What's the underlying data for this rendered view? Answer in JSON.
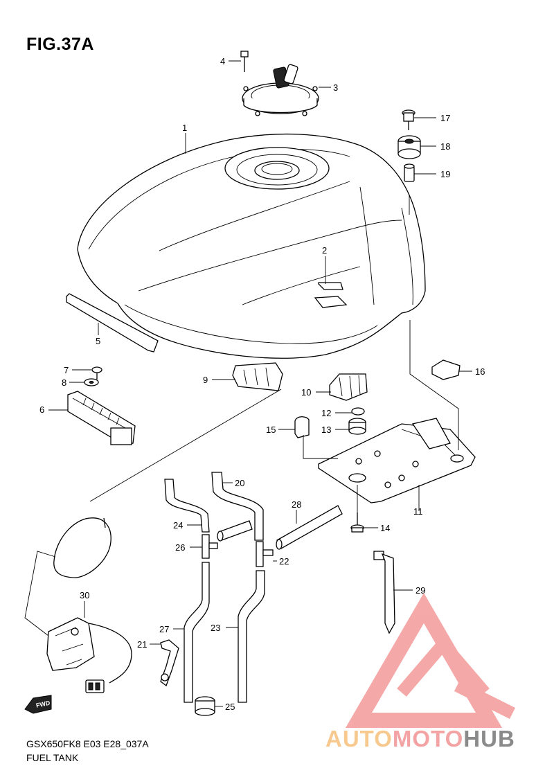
{
  "figure": {
    "title": "FIG.37A",
    "model_code": "GSX650FK8 E03 E28_037A",
    "section_name": "FUEL TANK"
  },
  "callouts": [
    {
      "id": "1"
    },
    {
      "id": "2"
    },
    {
      "id": "3"
    },
    {
      "id": "4"
    },
    {
      "id": "5"
    },
    {
      "id": "6"
    },
    {
      "id": "7"
    },
    {
      "id": "8"
    },
    {
      "id": "9"
    },
    {
      "id": "10"
    },
    {
      "id": "11"
    },
    {
      "id": "12"
    },
    {
      "id": "13"
    },
    {
      "id": "14"
    },
    {
      "id": "15"
    },
    {
      "id": "16"
    },
    {
      "id": "17"
    },
    {
      "id": "18"
    },
    {
      "id": "19"
    },
    {
      "id": "20"
    },
    {
      "id": "21"
    },
    {
      "id": "22"
    },
    {
      "id": "23"
    },
    {
      "id": "24"
    },
    {
      "id": "25"
    },
    {
      "id": "26"
    },
    {
      "id": "27"
    },
    {
      "id": "28"
    },
    {
      "id": "29"
    },
    {
      "id": "30"
    }
  ],
  "fwd_marker": {
    "label": "FWD",
    "icon": "fwd-arrow-icon"
  },
  "watermark": {
    "text_part1": "AUTO",
    "text_part2": "MOTO",
    "text_part3": "HUB",
    "icon": "triangle-logo-icon",
    "colors": {
      "auto": "#f7c98f",
      "moto": "#f3a3a3",
      "hub": "#8a8a8a",
      "logo": "#f39a9a"
    }
  }
}
